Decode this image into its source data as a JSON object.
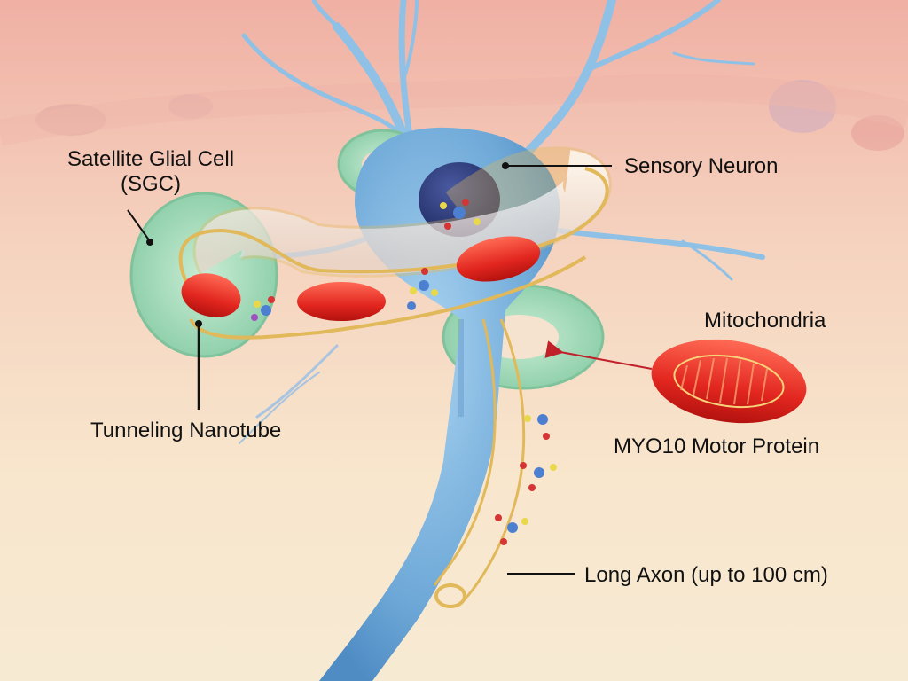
{
  "labels": {
    "satellite_glial_cell": "Satellite Glial Cell",
    "satellite_glial_cell_abbr": "(SGC)",
    "sensory_neuron": "Sensory Neuron",
    "mitochondria": "Mitochondria",
    "motor_protein": "MYO10 Motor Protein",
    "tunneling_nanotube": "Tunneling Nanotube",
    "long_axon": "Long Axon (up to 100 cm)"
  },
  "colors": {
    "background_top": "#f2b5a8",
    "background_bottom": "#f7e9cf",
    "neuron": "#7fb6e0",
    "nucleus": "#2b3b7a",
    "glial": "#a9dcbc",
    "nanotube_rim": "#e1b85a",
    "mitochondria": "#e8332b",
    "pointer_line": "#111111",
    "motor_arrow": "#c0202a"
  }
}
